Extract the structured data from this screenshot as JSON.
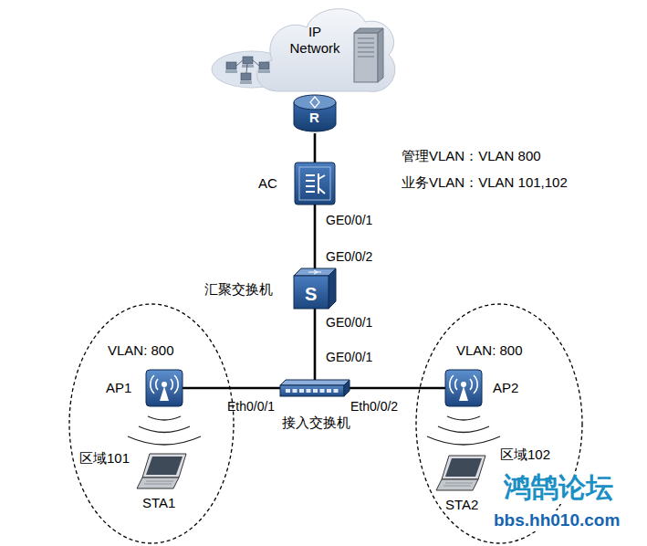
{
  "diagram": {
    "nodes": [
      {
        "text": [
          "IP Network"
        ]
      },
      {
        "text": [
          "R"
        ]
      },
      {
        "text": [
          "AC"
        ]
      },
      {
        "text": [
          "汇聚交换机",
          "S"
        ]
      },
      {
        "text": [
          "接入交换机"
        ]
      },
      {
        "text": [
          "VLAN: 800",
          "区域101"
        ]
      },
      {
        "text": [
          "AP1"
        ],
        "in": 5
      },
      {
        "text": [
          "STA1"
        ],
        "in": 5
      },
      {
        "text": [
          "VLAN: 800",
          "区域102"
        ]
      },
      {
        "text": [
          "AP2"
        ],
        "in": 8
      },
      {
        "text": [
          "STA2"
        ],
        "in": 8
      }
    ],
    "edges": [
      {
        "from": 1,
        "to": 2,
        "arrow": "none"
      },
      {
        "from": 2,
        "to": 3,
        "arrow": "none"
      },
      {
        "from": 3,
        "to": 4,
        "arrow": "none"
      },
      {
        "from": 4,
        "to": 6,
        "arrow": "none"
      },
      {
        "from": 4,
        "to": 9,
        "arrow": "none"
      }
    ],
    "labels": [
      "管理VLAN：VLAN 800",
      "业务VLAN：VLAN 101,102",
      "GE0/0/1",
      "GE0/0/2",
      "GE0/0/1",
      "GE0/0/1",
      "Eth0/0/1",
      "Eth0/0/2",
      "鸿鹄论坛",
      "bbs.hh010.com"
    ]
  }
}
